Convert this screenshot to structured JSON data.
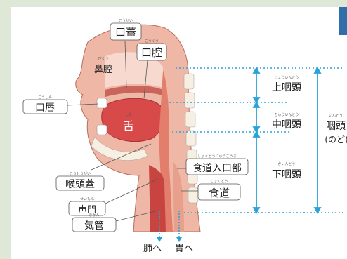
{
  "labels": {
    "kougai": {
      "text": "口蓋",
      "reading": "こうがい"
    },
    "koukou": {
      "text": "口腔",
      "reading": "こうくう"
    },
    "bikou": {
      "text": "鼻腔",
      "reading": "びくう"
    },
    "koushin": {
      "text": "口唇",
      "reading": "こうしん"
    },
    "shita": {
      "text": "舌",
      "reading": "した"
    },
    "koutougai": {
      "text": "喉頭蓋",
      "reading": "こうとうがい"
    },
    "seimon": {
      "text": "声門",
      "reading": "せいもん"
    },
    "kikan": {
      "text": "気管",
      "reading": "きかん"
    },
    "shokudou_iriguchi": {
      "text": "食道入口部",
      "reading": "しょくどうにゅうこうぶ"
    },
    "shokudou": {
      "text": "食道",
      "reading": "しょくどう"
    },
    "jouintou": {
      "text": "上咽頭",
      "reading": "じょういんとう"
    },
    "chuuintou": {
      "text": "中咽頭",
      "reading": "ちゅういんとう"
    },
    "kaintou": {
      "text": "下咽頭",
      "reading": "かいんとう"
    },
    "intou": {
      "text": "咽頭",
      "reading": "いんとう"
    },
    "nodo": "(のど)",
    "hai_he": "肺へ",
    "i_he": "胃へ"
  },
  "colors": {
    "tissue": "#e8a08c",
    "tongue": "#d84a4a",
    "bone": "#f6efe2",
    "cavity": "#f8d9cf",
    "arrow": "#29a3d8",
    "background": "#dfe7d6"
  }
}
